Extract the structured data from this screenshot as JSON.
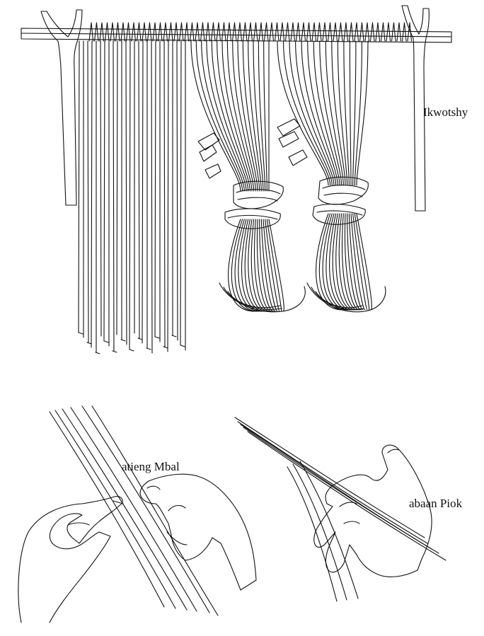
{
  "labels": {
    "rack": "Ikwotshy",
    "left_hands": "atieng Mbal",
    "right_hands": "abaan Piok"
  },
  "colors": {
    "ink": "#111111",
    "paper": "#ffffff"
  }
}
